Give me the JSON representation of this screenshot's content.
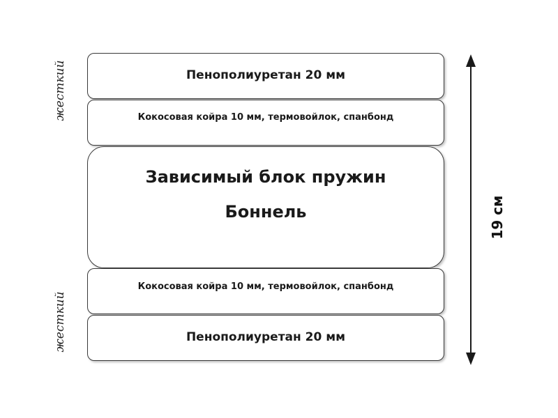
{
  "layers": [
    {
      "text": "Пенополиуретан 20 мм"
    },
    {
      "text": "Кокосовая койра 10 мм, термовойлок, спанбонд"
    },
    {
      "line1": "Зависимый блок пружин",
      "line2": "Боннель"
    },
    {
      "text": "Кокосовая койра 10 мм, термовойлок, спанбонд"
    },
    {
      "text": "Пенополиуретан 20 мм"
    }
  ],
  "side_labels": {
    "top": "жесткий",
    "bottom": "жесткий"
  },
  "dimension": {
    "label": "19 см"
  }
}
